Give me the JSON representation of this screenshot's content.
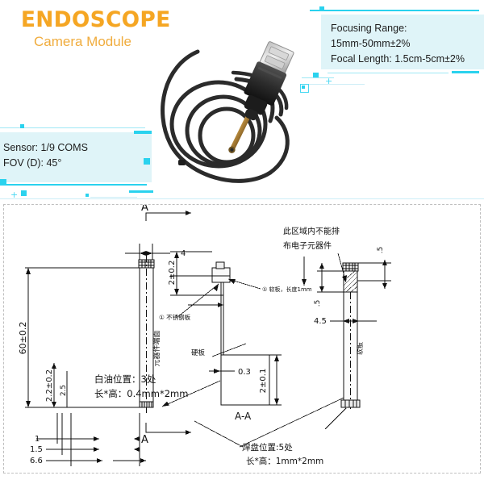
{
  "header": {
    "title_main": "ENDOSCOPE",
    "title_sub": "Camera Module",
    "title_color": "#f5a623"
  },
  "callouts": {
    "accent_color": "#2ad2ee",
    "background_color": "#dff4f8",
    "focusing": {
      "line1": "Focusing Range:",
      "line2": "15mm-50mm±2%",
      "line3": "Focal Length: 1.5cm-5cm±2%"
    },
    "sensor": {
      "line1": "Sensor: 1/9 COMS",
      "line2": "FOV (D): 45°"
    }
  },
  "product_photo": {
    "name": "endoscope-camera-cable",
    "cable_color": "#2b2b2b",
    "connector_color": "#3a3a3a",
    "probe_color": "#b8893c"
  },
  "drawing": {
    "border_style": "dashed",
    "views": {
      "front": {
        "section_marker_top": "A",
        "section_marker_bottom": "A",
        "width_dim": "4",
        "overall_length": "60±0.2",
        "head_dim": "2.2±0.2",
        "head_dim2": "2.5",
        "pad1": "1",
        "pad2": "1.5",
        "pad3": "6.6",
        "vertical_label": "元器件端面"
      },
      "detail": {
        "top_dim": "2±0.2",
        "note_steel": "① 不锈钢板",
        "note_soft": "① 软板，长度1mm",
        "label_hardboard": "硬板"
      },
      "section_aa": {
        "label": "A-A",
        "thickness": "0.3",
        "height": "2±0.1"
      },
      "side": {
        "note_area": "此区域内不能排",
        "note_area2": "布电子元器件",
        "dim_top_right": ".5",
        "dim_left": ".5",
        "dim_width": "4.5",
        "vertical_label": "软板"
      }
    },
    "annotations": {
      "white_oil_line1": "白油位置：3处",
      "white_oil_line2": "长*高：0.4mm*2mm",
      "pad_line1": "焊盘位置:5处",
      "pad_line2": "长*高：1mm*2mm"
    }
  }
}
